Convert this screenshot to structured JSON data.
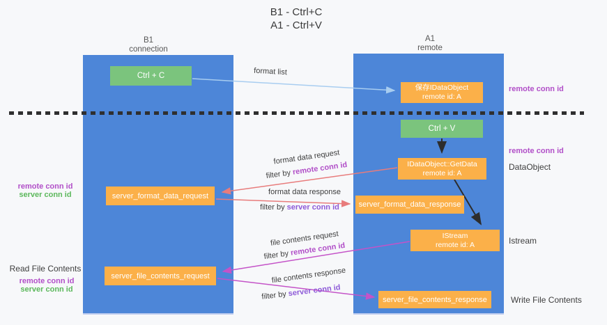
{
  "title": {
    "line1": "B1 - Ctrl+C",
    "line2": "A1 - Ctrl+V"
  },
  "lifelines": {
    "left": {
      "name": "B1",
      "role": "connection"
    },
    "right": {
      "name": "A1",
      "role": "remote"
    }
  },
  "nodes": {
    "ctrl_c": {
      "label": "Ctrl + C"
    },
    "ctrl_v": {
      "label": "Ctrl + V"
    },
    "save_idataobject": {
      "line1": "保存IDataObject",
      "line2": "remote id: A"
    },
    "idataobject_getdata": {
      "line1": "IDataObject::GetData",
      "line2": "remote id: A"
    },
    "istream": {
      "line1": "IStream",
      "line2": "remote id: A"
    },
    "server_format_data_request": {
      "label": "server_format_data_request"
    },
    "server_format_data_response": {
      "label": "server_format_data_response"
    },
    "server_file_contents_request": {
      "label": "server_file_contents_request"
    },
    "server_file_contents_response": {
      "label": "server_file_contents_response"
    }
  },
  "right_labels": {
    "remote_conn_id_top": "remote conn id",
    "remote_conn_id_mid": "remote conn id",
    "dataobject": "DataObject",
    "istream": "Istream",
    "write_file_contents": "Write File Contents"
  },
  "left_labels": {
    "format_legend": {
      "remote": "remote conn id",
      "server": "server conn id"
    },
    "read_file_contents": "Read File Contents",
    "file_legend": {
      "remote": "remote conn id",
      "server": "server conn id"
    }
  },
  "arrows": {
    "format_list": {
      "label": "format list"
    },
    "format_data_request": {
      "label": "format data request",
      "filter_prefix": "filter by ",
      "filter_key": "remote conn id"
    },
    "format_data_response": {
      "label": "format data response",
      "filter_prefix": "filter by ",
      "filter_key": "server conn id"
    },
    "file_contents_request": {
      "label": "file contents request",
      "filter_prefix": "filter by ",
      "filter_key": "remote conn id"
    },
    "file_contents_response": {
      "label": "file contents response",
      "filter_prefix": "filter by ",
      "filter_key": "server conn id"
    }
  },
  "colors": {
    "lifeline_blue": "#4d86d8",
    "action_green": "#7bc47d",
    "message_orange": "#fbb049",
    "format_arrow_red": "#e87c7c",
    "file_arrow_magenta": "#c453c8",
    "format_list_arrow_blue": "#a8cdf0",
    "remote_conn_id_purple": "#b14fc8",
    "server_conn_id_green": "#5cb85c",
    "server_filter_purple": "#8e5bd8",
    "black_arrow": "#2d2d2d"
  }
}
